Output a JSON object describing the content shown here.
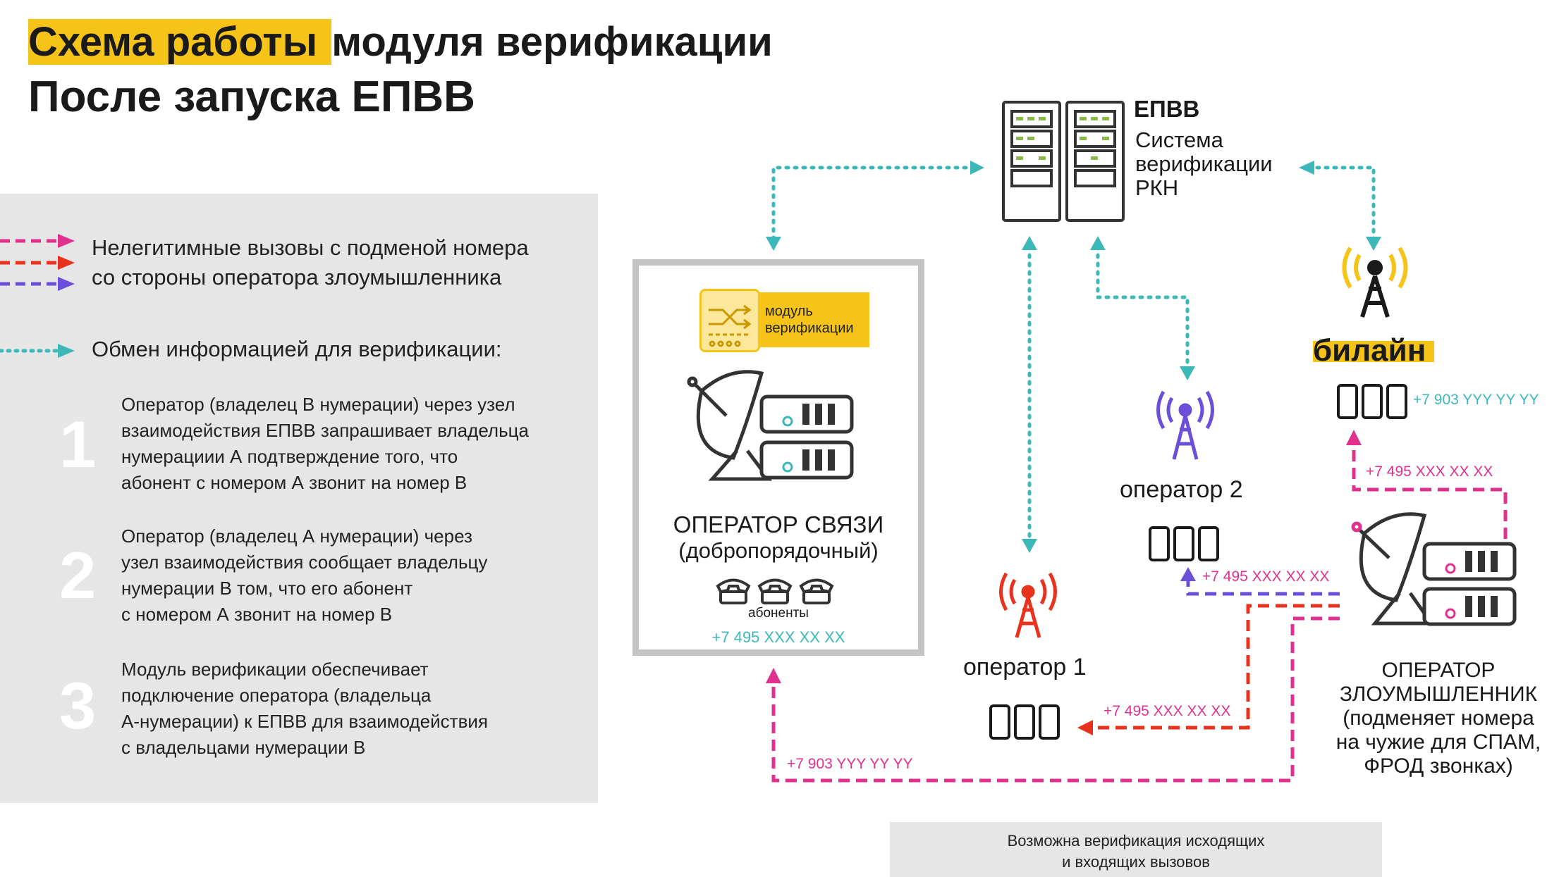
{
  "header": {
    "title_highlight": "Схема работы ",
    "title_rest": "модуля верификации",
    "subtitle": "После запуска ЕПВВ"
  },
  "legend": {
    "illegal_line1": "Нелегитимные вызовы с подменой номера",
    "illegal_line2": "со стороны оператора злоумышленника",
    "exchange": "Обмен информацией для верификации:"
  },
  "steps": [
    {
      "num": "1",
      "lines": [
        "Оператор (владелец В нумерации) через узел",
        "взаимодействия ЕПВВ запрашивает владельца",
        "нумерациии А подтверждение того, что",
        "абонент с номером А звонит на номер В"
      ]
    },
    {
      "num": "2",
      "lines": [
        "Оператор (владелец А нумерации) через",
        "узел взаимодействия сообщает владельцу",
        "нумерации В том, что его абонент",
        "с номером А звонит на номер В"
      ]
    },
    {
      "num": "3",
      "lines": [
        "Модуль верификации обеспечивает",
        "подключение оператора (владельца",
        "А-нумерации) к ЕПВВ для взаимодействия",
        "с владельцами нумерации В"
      ]
    }
  ],
  "epvv": {
    "name": "ЕПВВ",
    "desc": [
      "Система",
      "верификации",
      "РКН"
    ]
  },
  "good_operator": {
    "module_label": [
      "модуль",
      "верификации"
    ],
    "name": "ОПЕРАТОР СВЯЗИ",
    "qualifier": "(добропорядочный)",
    "subscribers": "абоненты",
    "number": "+7 495 XXX XX XX"
  },
  "beeline": {
    "name": "билайн",
    "number": "+7 903 YYY YY YY"
  },
  "operator1": {
    "name": "оператор 1",
    "number": "+7 495 XXX XX XX"
  },
  "operator2": {
    "name": "оператор 2",
    "number": "+7 495 XXX XX XX"
  },
  "fraud": {
    "lines": [
      "ОПЕРАТОР",
      "ЗЛОУМЫШЛЕННИК",
      "(подменяет номера",
      "на чужие для СПАМ,",
      "ФРОД звонках)"
    ],
    "to_beeline_number": "+7 495 XXX XX XX",
    "to_good_number": "+7 903 YYY YY YY"
  },
  "note": [
    "Возможна верификация исходящих",
    "и входящих вызовов"
  ],
  "colors": {
    "yellow": "#f6c319",
    "teal": "#3db8b8",
    "magenta": "#e0318f",
    "red": "#e8321e",
    "purple": "#6b4fd8",
    "beeline_antenna": "#f6c319",
    "op1_antenna": "#e8321e",
    "op2_antenna": "#6b4fd8"
  }
}
